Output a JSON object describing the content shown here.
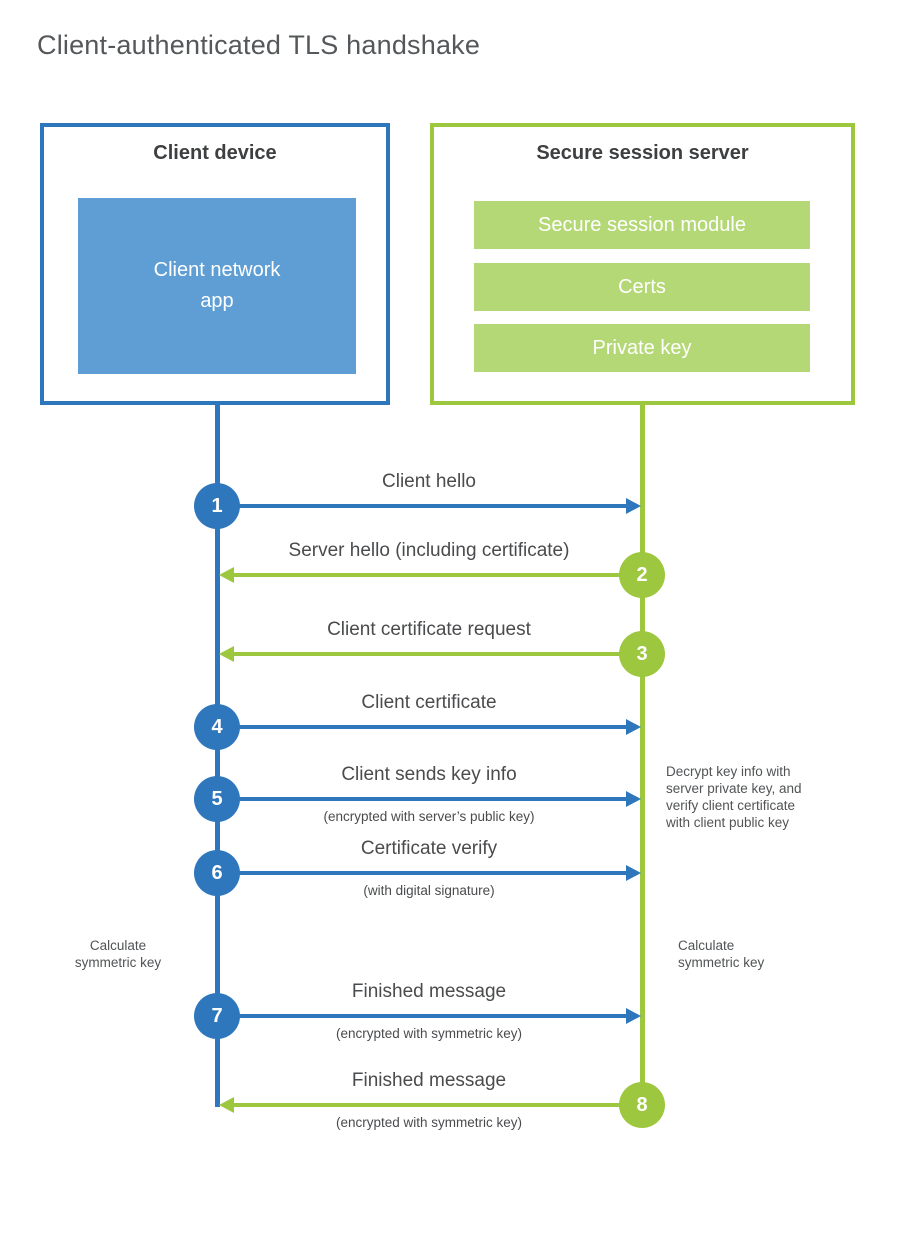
{
  "title": "Client-authenticated TLS handshake",
  "colors": {
    "blue": "#2e77bd",
    "blue_fill": "#5e9ed4",
    "green": "#9dc73e",
    "green_fill": "#b5d877",
    "title_gray": "#55585a",
    "dark_gray": "#3e3f41",
    "label_gray": "#4a4b4d",
    "note_gray": "#515355"
  },
  "client": {
    "title": "Client device",
    "app_label": "Client network app"
  },
  "server": {
    "title": "Secure session server",
    "modules": [
      "Secure session module",
      "Certs",
      "Private key"
    ]
  },
  "steps": [
    {
      "num": "1",
      "from": "client",
      "label": "Client hello",
      "sublabel": ""
    },
    {
      "num": "2",
      "from": "server",
      "label": "Server hello (including certificate)",
      "sublabel": ""
    },
    {
      "num": "3",
      "from": "server",
      "label": "Client certificate request",
      "sublabel": ""
    },
    {
      "num": "4",
      "from": "client",
      "label": "Client certificate",
      "sublabel": ""
    },
    {
      "num": "5",
      "from": "client",
      "label": "Client sends key info",
      "sublabel": "(encrypted with server’s public key)"
    },
    {
      "num": "6",
      "from": "client",
      "label": "Certificate verify",
      "sublabel": "(with digital signature)"
    },
    {
      "num": "7",
      "from": "client",
      "label": "Finished message",
      "sublabel": "(encrypted with symmetric key)"
    },
    {
      "num": "8",
      "from": "server",
      "label": "Finished message",
      "sublabel": "(encrypted with symmetric key)"
    }
  ],
  "notes": {
    "decrypt_note": "Decrypt key info with\nserver private key, and\nverify client certificate\nwith client public key",
    "calc_left": "Calculate\nsymmetric key",
    "calc_right": "Calculate\nsymmetric key"
  }
}
